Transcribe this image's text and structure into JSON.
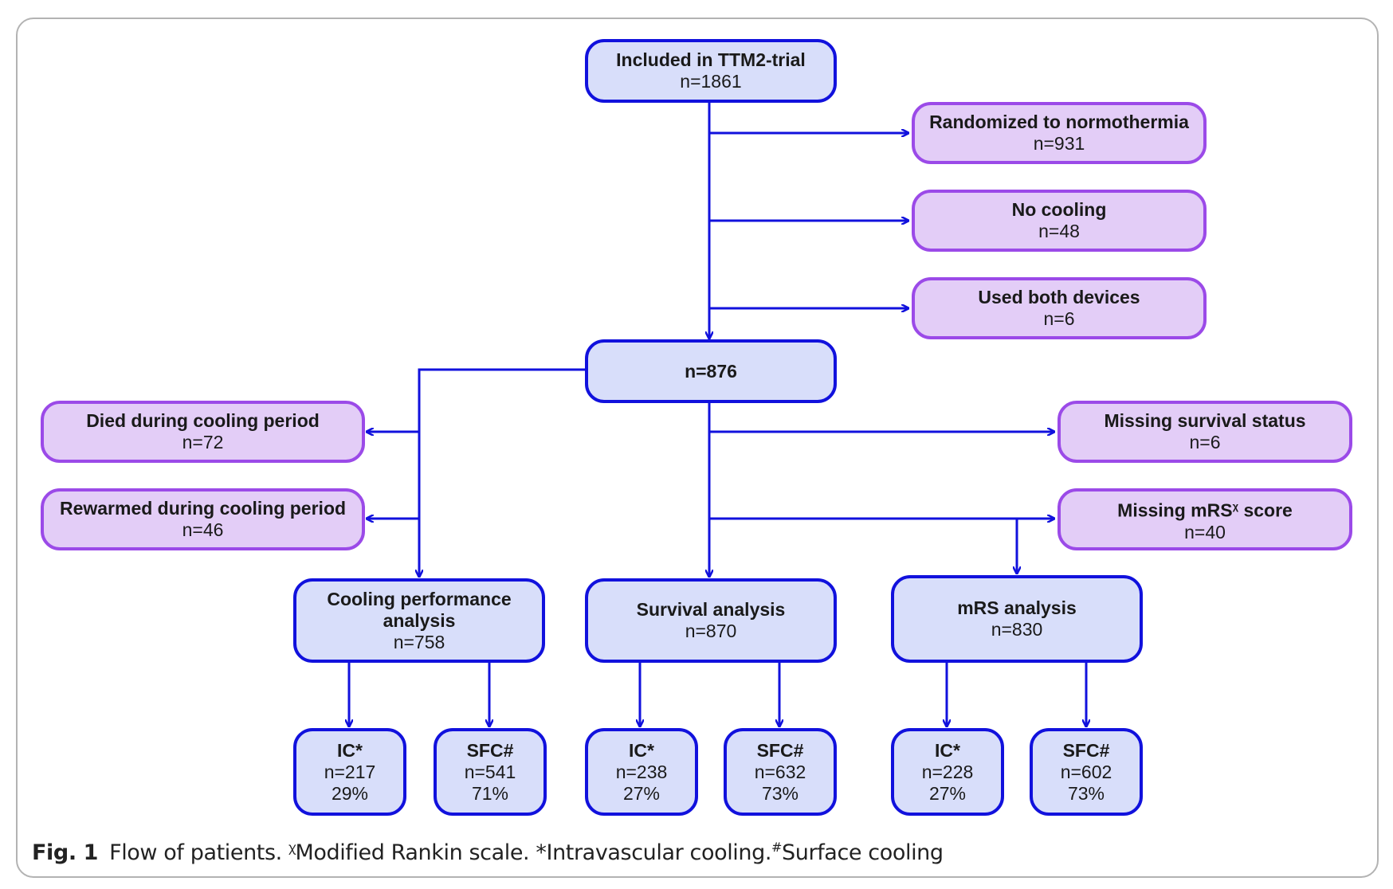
{
  "boxes": {
    "included": {
      "title": "Included in TTM2-trial",
      "n": "n=1861"
    },
    "normothermia": {
      "title": "Randomized to normothermia",
      "n": "n=931"
    },
    "no_cooling": {
      "title": "No cooling",
      "n": "n=48"
    },
    "both_devices": {
      "title": "Used both devices",
      "n": "n=6"
    },
    "n876": {
      "title": "n=876"
    },
    "died": {
      "title": "Died during cooling period",
      "n": "n=72"
    },
    "rewarmed": {
      "title": "Rewarmed during cooling period",
      "n": "n=46"
    },
    "missing_survival": {
      "title": "Missing survival status",
      "n": "n=6"
    },
    "missing_mrs": {
      "title_pre": "Missing mRS",
      "title_sup": "χ",
      "title_post": " score",
      "n": "n=40"
    },
    "cooling_perf": {
      "title1": "Cooling performance",
      "title2": "analysis",
      "n": "n=758"
    },
    "survival": {
      "title": "Survival analysis",
      "n": "n=870"
    },
    "mrs": {
      "title": "mRS analysis",
      "n": "n=830"
    },
    "cp_ic": {
      "title": "IC*",
      "n": "n=217",
      "pct": "29%"
    },
    "cp_sfc": {
      "title": "SFC#",
      "n": "n=541",
      "pct": "71%"
    },
    "sv_ic": {
      "title": "IC*",
      "n": "n=238",
      "pct": "27%"
    },
    "sv_sfc": {
      "title": "SFC#",
      "n": "n=632",
      "pct": "73%"
    },
    "mrs_ic": {
      "title": "IC*",
      "n": "n=228",
      "pct": "27%"
    },
    "mrs_sfc": {
      "title": "SFC#",
      "n": "n=602",
      "pct": "73%"
    }
  },
  "caption": {
    "fig": "Fig. 1",
    "text1": "Flow of patients. ",
    "sup1": "ꭓ",
    "text2": "Modified Rankin scale. *Intravascular cooling.",
    "sup2": "#",
    "text3": "Surface cooling"
  },
  "colors": {
    "arrow": "#1111dd",
    "main_fill": "#d8defa",
    "excl_fill": "#e3cdf7",
    "excl_border": "#9b4ae8"
  }
}
